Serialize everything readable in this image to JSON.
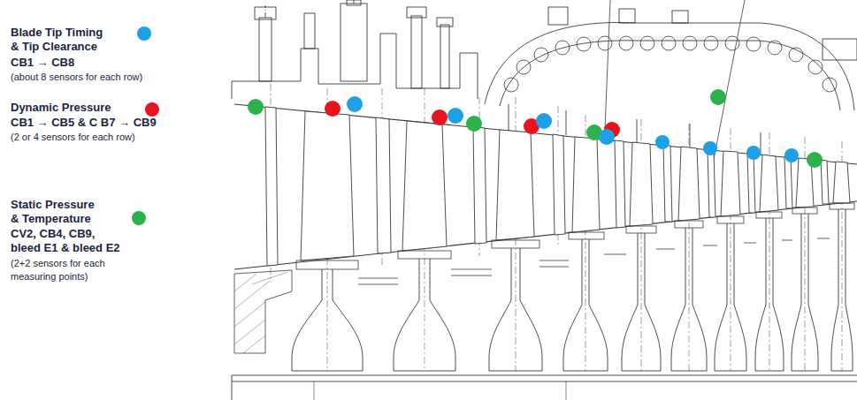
{
  "diagram": {
    "labels": [
      "CB1 → CB8",
      "(about 8 sensors for each row)",
      "CB1 → CB5 & C B7 → CB9",
      "(2 or 4 sensors for each row)",
      "CV2, CB4, CB9, bleed E1 & bleed E2",
      "(2+2 sensors for each measuring points)"
    ],
    "legend": [
      {
        "text": "Blade Tip Timing & Tip Clearance",
        "color": "#1ea0e6"
      },
      {
        "text": "Dynamic Pressure",
        "color": "#e8131f"
      },
      {
        "text": "Static Pressure & Temperature",
        "color": "#2bb24a"
      }
    ]
  }
}
